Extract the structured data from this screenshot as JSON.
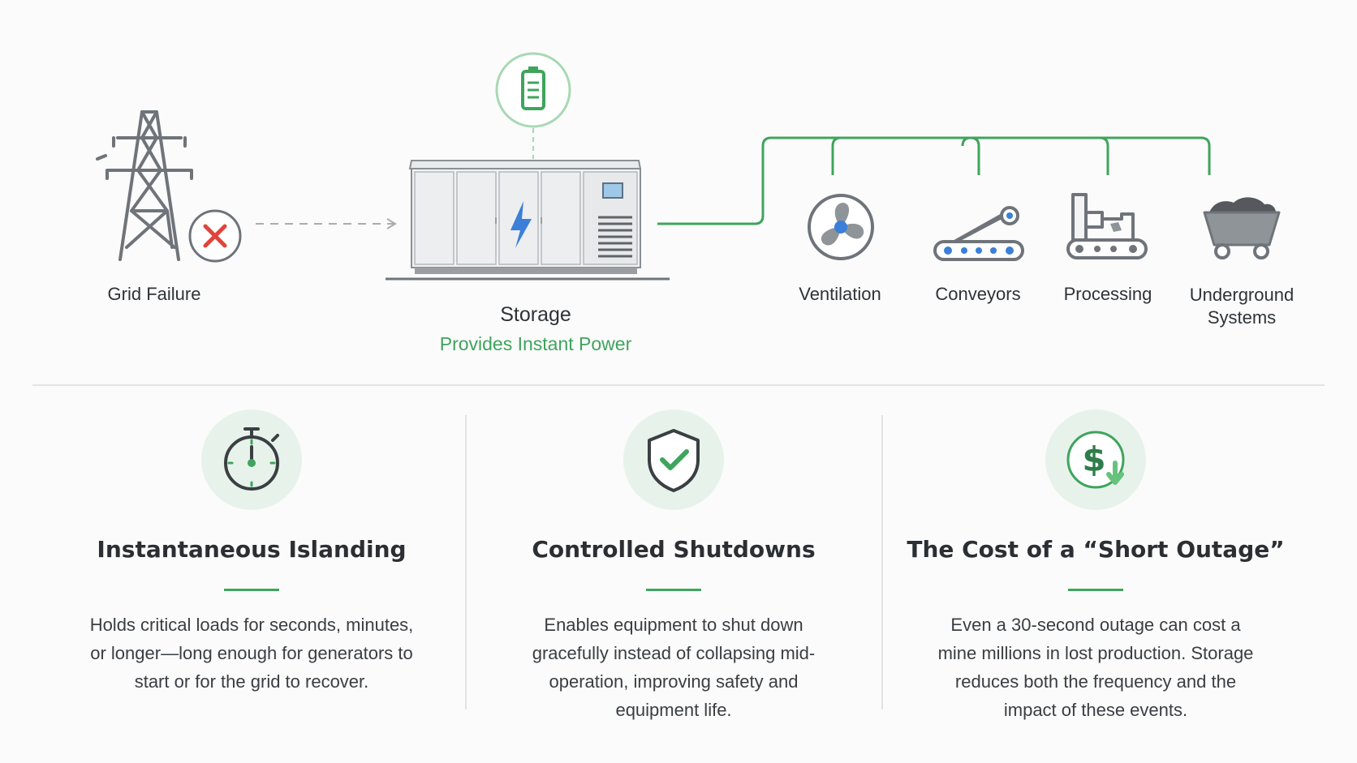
{
  "diagram": {
    "grid": {
      "label": "Grid Failure"
    },
    "storage": {
      "label": "Storage",
      "sublabel": "Provides Instant Power"
    },
    "loads": [
      {
        "label": "Ventilation"
      },
      {
        "label": "Conveyors"
      },
      {
        "label": "Processing"
      },
      {
        "label": "Underground Systems"
      }
    ],
    "colors": {
      "accent": "#3fa45d",
      "bolt": "#3b7fd9",
      "fail": "#e0443a",
      "icon": "#6f747a"
    }
  },
  "panels": [
    {
      "icon": "stopwatch-icon",
      "title": "Instantaneous Islanding",
      "body": "Holds critical loads for seconds, minutes, or longer—long enough for generators to start or for the grid to recover."
    },
    {
      "icon": "shield-check-icon",
      "title": "Controlled Shutdowns",
      "body": "Enables equipment to shut down gracefully instead of collapsing mid-operation, improving safety and equipment life."
    },
    {
      "icon": "dollar-down-icon",
      "title": "The Cost of a “Short Outage”",
      "body": "Even a 30-second outage can cost a mine millions in lost production. Storage reduces both the frequency and the impact of these events."
    }
  ]
}
